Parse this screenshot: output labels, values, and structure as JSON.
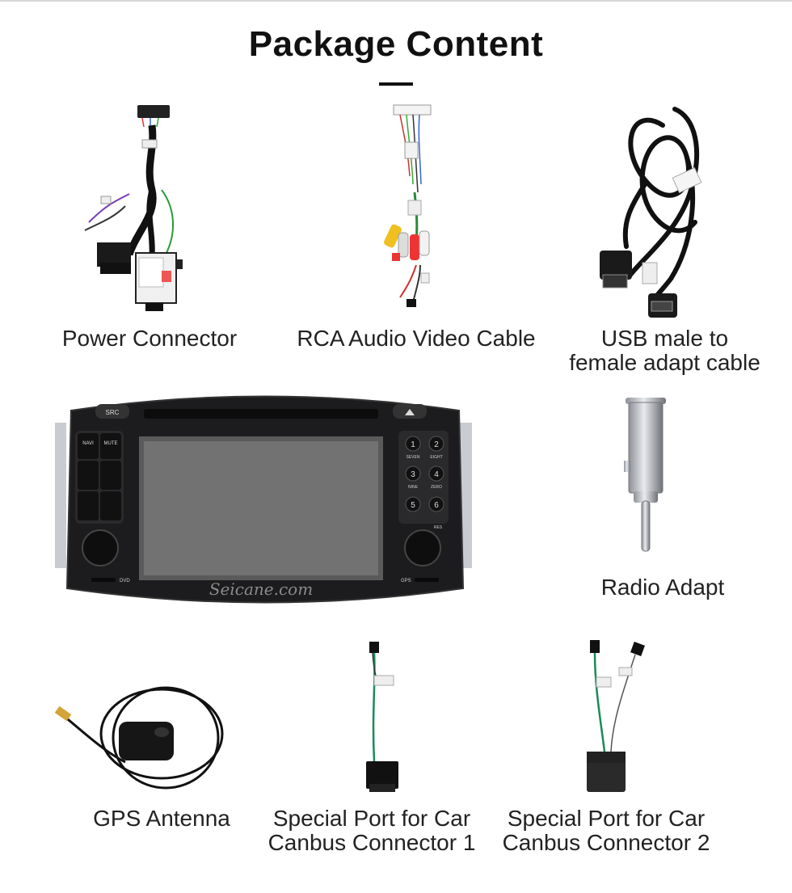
{
  "page": {
    "title": "Package Content"
  },
  "items": {
    "power": {
      "label": "Power Connector"
    },
    "rca": {
      "label": "RCA Audio Video Cable"
    },
    "usb": {
      "line1": "USB male to",
      "line2": "female adapt cable"
    },
    "radio_adapt": {
      "label": "Radio Adapt"
    },
    "gps": {
      "label": "GPS Antenna"
    },
    "canbus1": {
      "line1": "Special Port for Car",
      "line2": "Canbus Connector 1"
    },
    "canbus2": {
      "line1": "Special Port for Car",
      "line2": "Canbus Connector 2"
    }
  },
  "head_unit": {
    "watermark": "Seicane.com",
    "buttons": {
      "src": "SRC",
      "navi": "NAVI",
      "mute": "MUTE",
      "num1": "1",
      "num2": "2",
      "seven": "SEVEN",
      "eight": "EIGHT",
      "num3": "3",
      "num4": "4",
      "nine": "NINE",
      "zero": "ZERO",
      "num5": "5",
      "num6": "6",
      "res": "RES",
      "dvd": "DVD",
      "gps": "GPS"
    }
  }
}
